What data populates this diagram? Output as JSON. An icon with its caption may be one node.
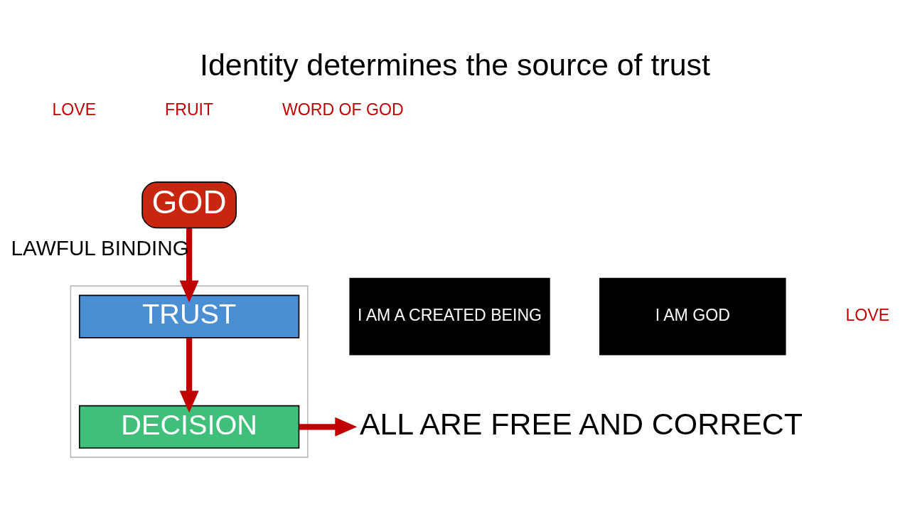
{
  "diagram": {
    "title": "Identity determines the source of trust",
    "nodes": [
      {
        "text": [
          "GOD"
        ]
      },
      {
        "text": [],
        "shape": "picture"
      },
      {
        "text": [
          "TRUST"
        ],
        "in": 1
      },
      {
        "text": [
          "DECISION"
        ],
        "in": 1
      },
      {
        "text": [
          "ALL ARE FREE AND CORRECT"
        ]
      },
      {
        "text": [
          "I AM A CREATED BEING"
        ]
      },
      {
        "text": [
          "I AM GOD"
        ]
      }
    ],
    "edges": [
      {
        "from": 0,
        "to": 2,
        "arrow": "to",
        "label": "LAWFUL BINDING"
      },
      {
        "from": 2,
        "to": 3,
        "arrow": "to"
      },
      {
        "from": 3,
        "to": 4,
        "arrow": "to"
      }
    ],
    "labels": [
      "LOVE",
      "FRUIT",
      "WORD OF GOD",
      "LOVE"
    ]
  }
}
